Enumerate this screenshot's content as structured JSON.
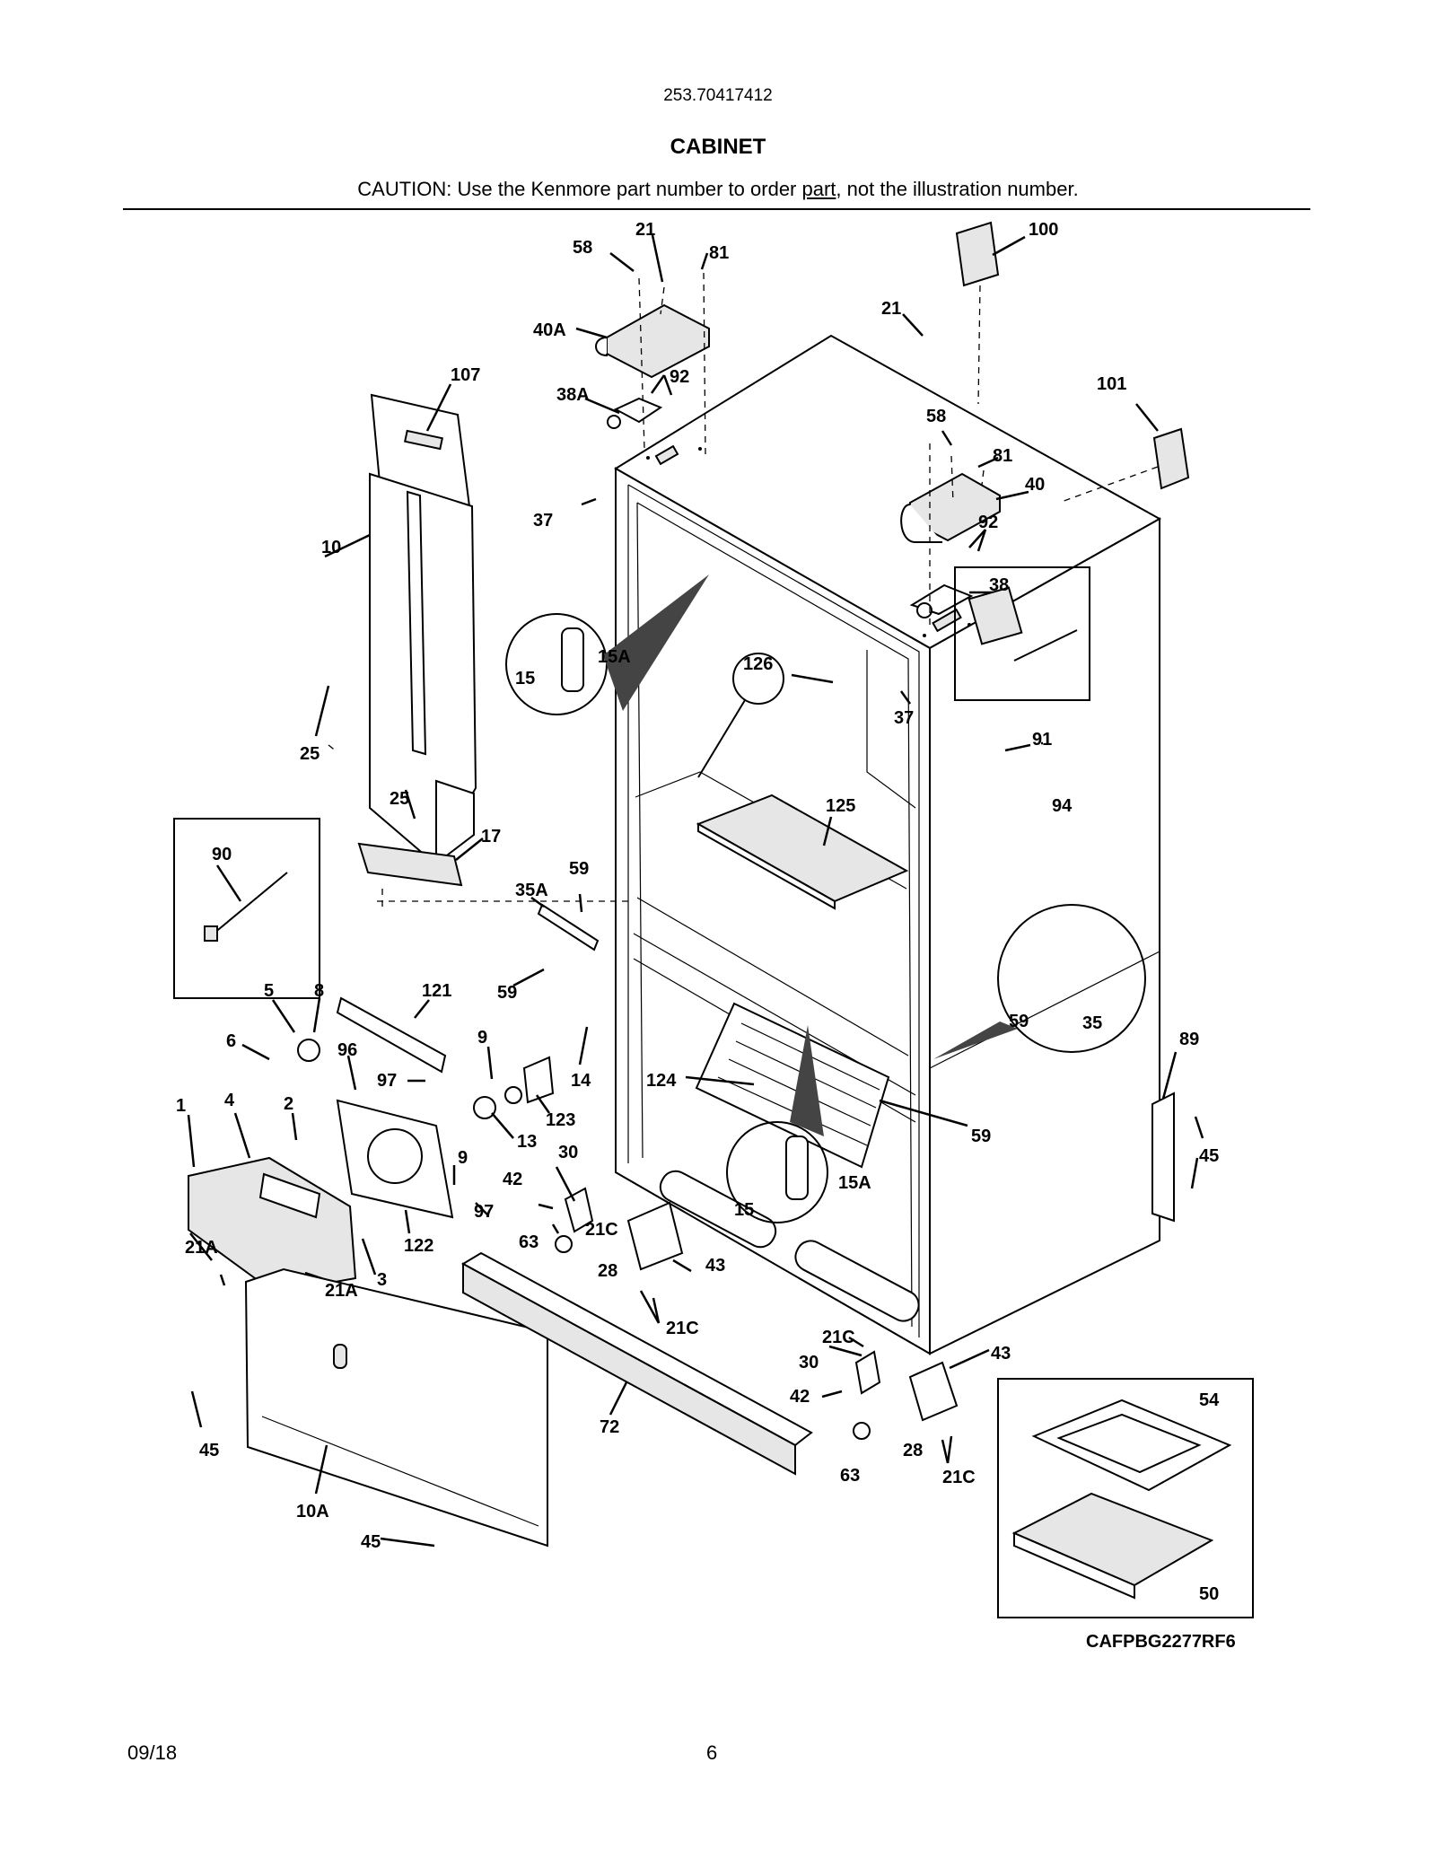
{
  "header": {
    "model_number": "253.70417412",
    "section_title": "CABINET",
    "caution_prefix": "CAUTION: Use the Kenmore part number to order ",
    "caution_underlined": "part",
    "caution_suffix": ", not the illustration number."
  },
  "diagram_code": "CAFPBG2277RF6",
  "footer": {
    "date": "09/18",
    "page_number": "6"
  },
  "callouts": {
    "c1": "1",
    "c2": "2",
    "c3": "3",
    "c4": "4",
    "c5": "5",
    "c6": "6",
    "c8": "8",
    "c9a": "9",
    "c9b": "9",
    "c10": "10",
    "c10A": "10A",
    "c13": "13",
    "c14": "14",
    "c15a": "15",
    "c15Aa": "15A",
    "c15b": "15",
    "c15Ab": "15A",
    "c17": "17",
    "c21a": "21",
    "c21b": "21",
    "c21Aa": "21A",
    "c21Ab": "21A",
    "c21Ca": "21C",
    "c21Cb": "21C",
    "c21Cc": "21C",
    "c21Cd": "21C",
    "c25a": "25",
    "c25b": "25",
    "c28a": "28",
    "c28b": "28",
    "c30a": "30",
    "c30b": "30",
    "c35": "35",
    "c35A": "35A",
    "c37a": "37",
    "c37b": "37",
    "c38": "38",
    "c38A": "38A",
    "c40": "40",
    "c40A": "40A",
    "c42a": "42",
    "c42b": "42",
    "c43a": "43",
    "c43b": "43",
    "c45a": "45",
    "c45b": "45",
    "c45c": "45",
    "c50": "50",
    "c54": "54",
    "c58a": "58",
    "c58b": "58",
    "c59a": "59",
    "c59b": "59",
    "c59c": "59",
    "c59d": "59",
    "c63a": "63",
    "c63b": "63",
    "c72": "72",
    "c81a": "81",
    "c81b": "81",
    "c89": "89",
    "c90": "90",
    "c91": "91",
    "c92a": "92",
    "c92b": "92",
    "c94": "94",
    "c96": "96",
    "c97a": "97",
    "c97b": "97",
    "c100": "100",
    "c101": "101",
    "c107": "107",
    "c121": "121",
    "c122": "122",
    "c123": "123",
    "c124": "124",
    "c125": "125",
    "c126": "126"
  }
}
